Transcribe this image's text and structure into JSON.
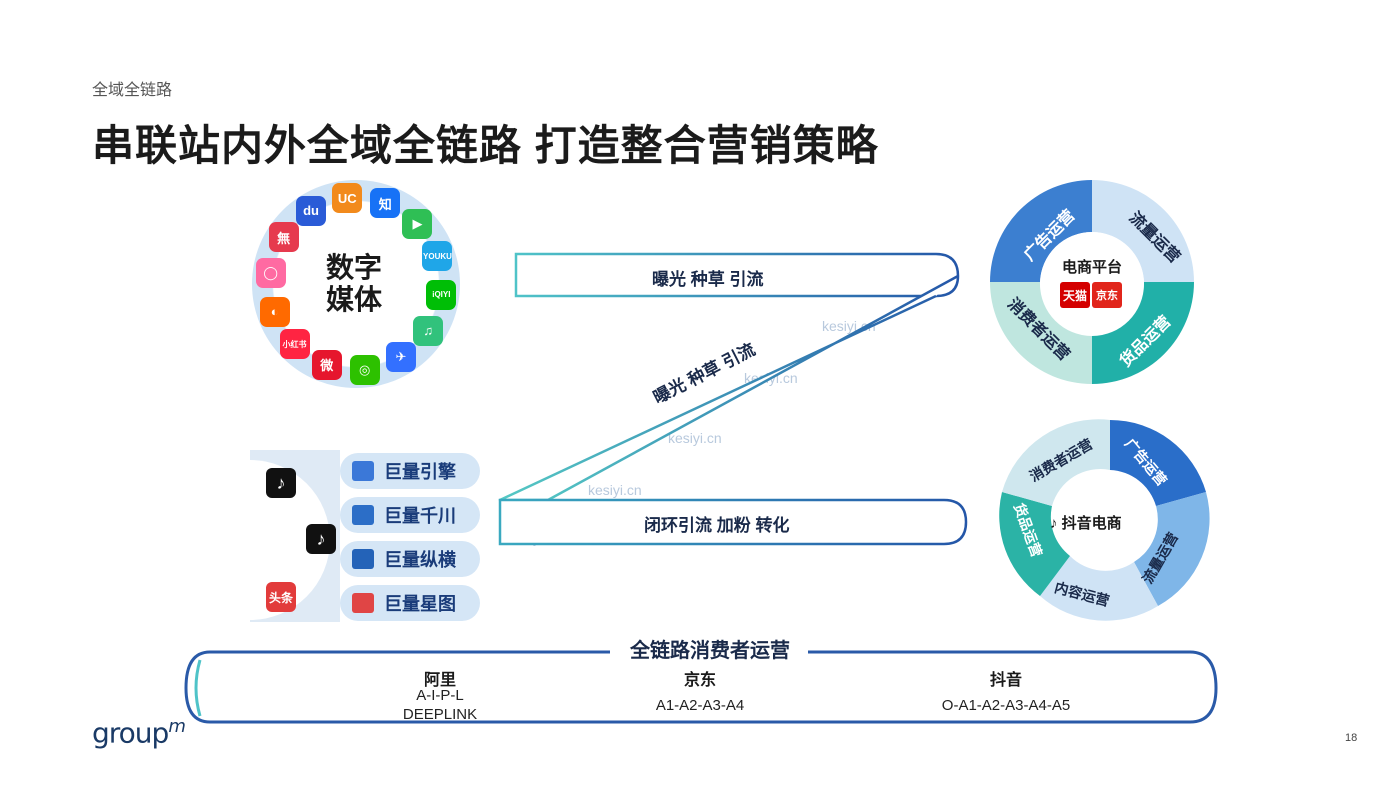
{
  "header": {
    "section_label": "全域全链路",
    "title": "串联站内外全域全链路 打造整合营销策略"
  },
  "digital_media": {
    "label_line1": "数字",
    "label_line2": "媒体",
    "apps": [
      {
        "icon": "baidu-icon",
        "text": "du",
        "color": "#2a5bd7"
      },
      {
        "icon": "uc-icon",
        "text": "UC",
        "color": "#f28a1c"
      },
      {
        "icon": "zhihu-icon",
        "text": "知",
        "color": "#1772f6"
      },
      {
        "icon": "tencent-video-icon",
        "text": "▶",
        "color": "#2fbf55"
      },
      {
        "icon": "youku-icon",
        "text": "YOUKU",
        "color": "#1fa6e8"
      },
      {
        "icon": "iqiyi-icon",
        "text": "iQIYI",
        "color": "#00be06"
      },
      {
        "icon": "qq-music-icon",
        "text": "♫",
        "color": "#31c27c"
      },
      {
        "icon": "feishu-icon",
        "text": "✈",
        "color": "#3370ff"
      },
      {
        "icon": "wechat-icon",
        "text": "◎",
        "color": "#2dc100"
      },
      {
        "icon": "weibo-icon",
        "text": "微",
        "color": "#e6162d"
      },
      {
        "icon": "xiaohongshu-icon",
        "text": "小红书",
        "color": "#ff2442"
      },
      {
        "icon": "kuaishou-icon",
        "text": "◐",
        "color": "#ff6a00"
      },
      {
        "icon": "meitu-icon",
        "text": "◯",
        "color": "#ff6aa2"
      },
      {
        "icon": "wuxian-icon",
        "text": "無",
        "color": "#e63a4e"
      }
    ]
  },
  "ocean_engine": {
    "pills": [
      {
        "label": "巨量引擎",
        "color": "#3b78d8"
      },
      {
        "label": "巨量千川",
        "color": "#2c6ec7"
      },
      {
        "label": "巨量纵横",
        "color": "#2463b8"
      },
      {
        "label": "巨量星图",
        "color": "#e04545"
      }
    ],
    "toutiao_label": "头条"
  },
  "flows": {
    "top": "曝光 种草 引流",
    "diagonal": "曝光 种草 引流",
    "bottom": "闭环引流 加粉 转化"
  },
  "ecommerce_cycle": {
    "center": "电商平台",
    "tmall": "天猫",
    "jd": "京东",
    "segments": [
      "广告运营",
      "流量运营",
      "货品运营",
      "消费者运营"
    ]
  },
  "douyin_cycle": {
    "center": "抖音电商",
    "segments": [
      "消费者运营",
      "广告运营",
      "流量运营",
      "内容运营",
      "货品运营"
    ]
  },
  "bottom": {
    "title": "全链路消费者运营",
    "columns": [
      {
        "name": "阿里",
        "line1": "A-I-P-L",
        "line2": "DEEPLINK"
      },
      {
        "name": "京东",
        "line1": "A1-A2-A3-A4",
        "line2": ""
      },
      {
        "name": "抖音",
        "line1": "O-A1-A2-A3-A4-A5",
        "line2": ""
      }
    ]
  },
  "watermark": "kesiyi.cn",
  "footer": {
    "logo": "group",
    "logo_m": "m",
    "page_number": "18"
  },
  "colors": {
    "navy": "#1f4e9c",
    "teal": "#2bb3a6",
    "light_blue": "#cfe3f5",
    "mid_blue": "#3c7fd0"
  }
}
